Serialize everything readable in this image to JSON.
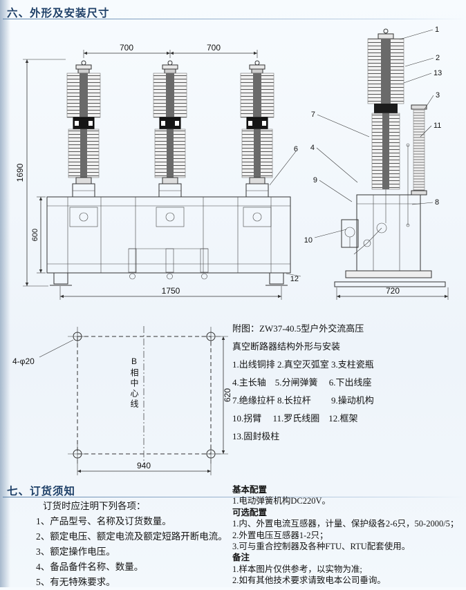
{
  "sections": {
    "dim_title": "六、外形及安装尺寸",
    "order_title": "七、订货须知"
  },
  "drawing": {
    "dims": {
      "w700a": "700",
      "w700b": "700",
      "h1690": "1690",
      "h600": "600",
      "w1750": "1750",
      "w720": "720",
      "h620": "620",
      "w940": "940",
      "holes": "4-φ20",
      "centerline": "B相中心线"
    },
    "callouts": {
      "c1": "1",
      "c2": "2",
      "c3": "3",
      "c4": "4",
      "c6": "6",
      "c7": "7",
      "c8": "8",
      "c9": "9",
      "c10": "10",
      "c11": "11",
      "c12": "12",
      "c13": "13"
    }
  },
  "legend": {
    "title_line1": "附图：ZW37-40.5型户外交流高压",
    "title_line2": "真空断路器结构外形与安装",
    "lines": [
      "1.出线铜排 2.真空灭弧室 3.支柱瓷瓶",
      "4.主长轴　5.分闸弹簧　 6.下出线座",
      "7.绝缘拉杆 8.长拉杆　　 9.操动机构",
      "10.拐臂　 11.罗氏线圈　12.框架",
      "13.固封极柱"
    ]
  },
  "order": {
    "intro": "订货时应注明下列各项：",
    "items": [
      "1、产品型号、名称及订货数量。",
      "2、额定电压、额定电流及额定短路开断电流。",
      "3、额定操作电压。",
      "4、备品备件名称、数量。",
      "5、有无特殊要求。"
    ]
  },
  "config": {
    "basic_title": "基本配置",
    "basic_items": [
      "1.电动弹簧机构DC220V。"
    ],
    "optional_title": "可选配置",
    "optional_items": [
      "1.内、外置电流互感器，计量、保护级各2-6只，50-2000/5；",
      "2.外置电压互感器1-2只；",
      "3.可与重合控制器及各种FTU、RTU配套使用。"
    ],
    "notes_title": "备注",
    "notes_items": [
      "1.样本图片仅供参考，以实物为准;",
      "2.如有其他技术要求请致电本公司垂询。"
    ]
  }
}
